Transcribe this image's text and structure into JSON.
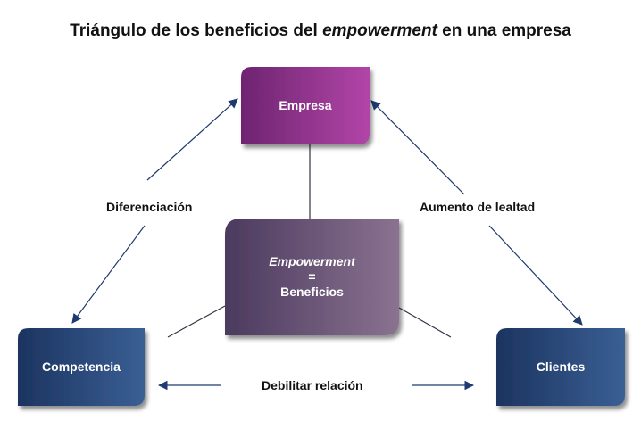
{
  "title": {
    "prefix": "Triángulo de los beneficios del ",
    "emphasis": "empowerment",
    "suffix": " en una empresa"
  },
  "nodes": {
    "empresa": "Empresa",
    "competencia": "Competencia",
    "clientes": "Clientes",
    "center_line1": "Empowerment",
    "center_line2": "=",
    "center_line3": "Beneficios"
  },
  "edges": {
    "left": "Diferenciación",
    "right": "Aumento de lealtad",
    "bottom": "Debilitar relación"
  },
  "colors": {
    "empresa_start": "#6e2470",
    "empresa_end": "#b245a8",
    "blue_start": "#1c3460",
    "blue_end": "#3a5f94",
    "center_start": "#4b3a5e",
    "center_end": "#8a7290",
    "arrow": "#1e3a6e",
    "line": "#333344"
  }
}
